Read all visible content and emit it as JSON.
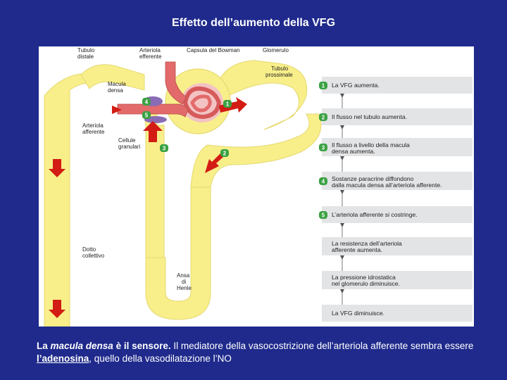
{
  "title": "Effetto dell’aumento della VFG",
  "labels": {
    "tubulo_distale_1": "Tubulo",
    "tubulo_distale_2": "distale",
    "arteriola_efferente_1": "Arteriola",
    "arteriola_efferente_2": "efferente",
    "capsula": "Capsula del Bowman",
    "glomerulo": "Glomerulo",
    "tubulo_prossimale_1": "Tubulo",
    "tubulo_prossimale_2": "prossimale",
    "macula_densa_1": "Macula",
    "macula_densa_2": "densa",
    "arteriola_afferente_1": "Arteriola",
    "arteriola_afferente_2": "afferente",
    "cellule_granulari_1": "Cellule",
    "cellule_granulari_2": "granulari",
    "dotto_collettivo_1": "Dotto",
    "dotto_collettivo_2": "collettivo",
    "ansa_henle_1": "Ansa",
    "ansa_henle_2": "di",
    "ansa_henle_3": "Henle"
  },
  "markers": [
    "1",
    "2",
    "3",
    "4",
    "5"
  ],
  "steps": [
    {
      "num": "1",
      "line1": "La VFG aumenta.",
      "line2": ""
    },
    {
      "num": "2",
      "line1": "Il flusso nel tubulo aumenta.",
      "line2": ""
    },
    {
      "num": "3",
      "line1": "Il flusso a livello della macula",
      "line2": "densa aumenta."
    },
    {
      "num": "4",
      "line1": "Sostanze paracrine diffondono",
      "line2": "dalla macula densa all’arteriola afferente."
    },
    {
      "num": "5",
      "line1": "L’arteriola afferente si costringe.",
      "line2": ""
    },
    {
      "num": "",
      "line1": "La resistenza dell’arteriola",
      "line2": "afferente aumenta."
    },
    {
      "num": "",
      "line1": "La pressione idrostatica",
      "line2": "nel glomerulo diminuisce."
    },
    {
      "num": "",
      "line1": "La VFG diminuisce.",
      "line2": ""
    }
  ],
  "caption": {
    "p1": "La ",
    "p2": "macula densa",
    "p3": " è il sensore.",
    "p4": " Il mediatore della vasocostrizione dell’arteriola afferente sembra essere ",
    "p5": "l’adenosina",
    "p6": ", quello della vasodilatazione l’NO"
  },
  "colors": {
    "background": "#1f2a8c",
    "tubule": "#f8ef8a",
    "arteriole": "#e36a6a",
    "arrow": "#d21c14",
    "step_marker": "#3aa142",
    "macula": "#8a6bb5"
  }
}
